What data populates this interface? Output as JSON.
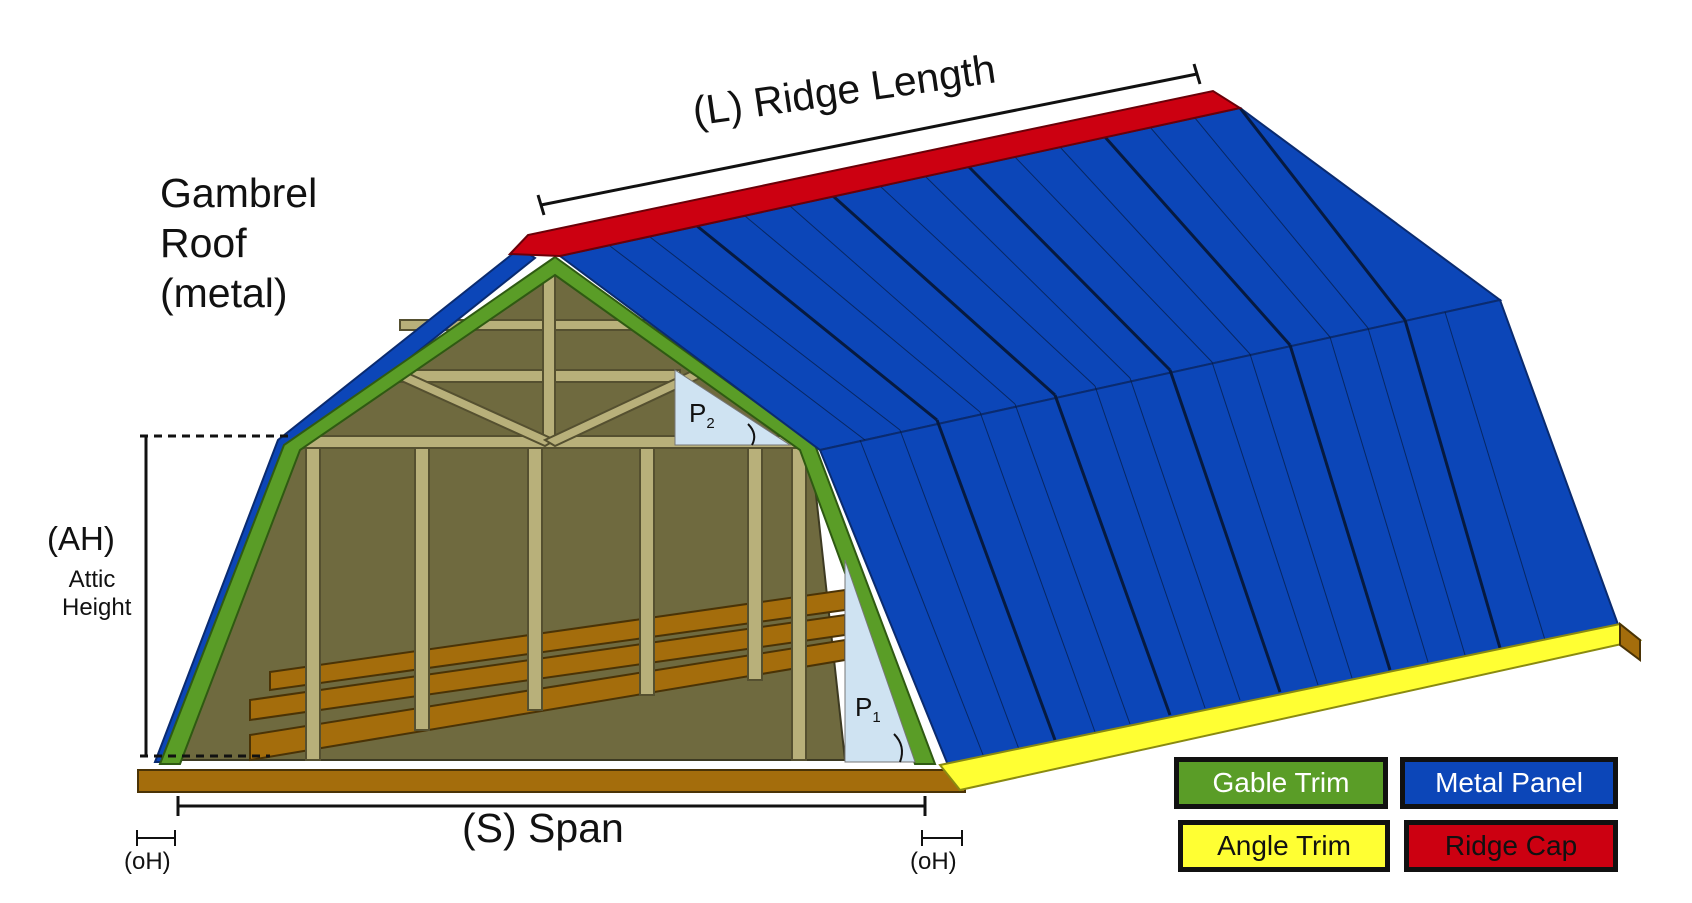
{
  "title": {
    "line1": "Gambrel",
    "line2": "Roof",
    "line3": "(metal)"
  },
  "labels": {
    "ridge_length": "(L) Ridge Length",
    "span": "(S) Span",
    "attic_height_abbr": "(AH)",
    "attic_height_line1": "Attic",
    "attic_height_line2": "Height",
    "overhang_left": "(oH)",
    "overhang_right": "(oH)",
    "pitch_upper_letter": "P",
    "pitch_upper_sub": "2",
    "pitch_lower_letter": "P",
    "pitch_lower_sub": "1"
  },
  "legend": {
    "gable_trim": "Gable Trim",
    "metal_panel": "Metal Panel",
    "angle_trim": "Angle Trim",
    "ridge_cap": "Ridge Cap"
  },
  "colors": {
    "gable_trim": "#5a9d27",
    "metal_panel": "#0c46b8",
    "angle_trim": "#ffff33",
    "ridge_cap": "#cc0011",
    "floor": "#a46d0c",
    "framing": "#b8b07a",
    "interior": "#6f6a3f"
  }
}
